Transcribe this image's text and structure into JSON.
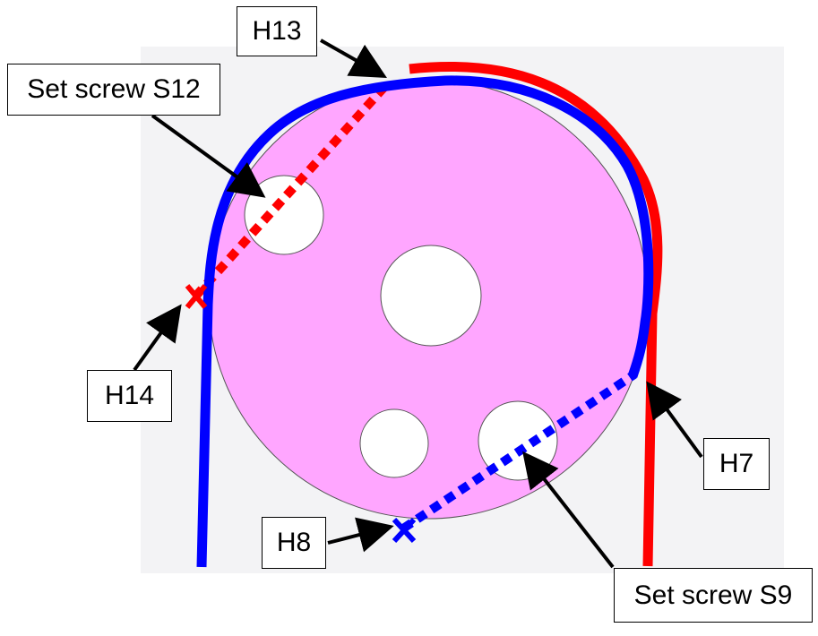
{
  "labels": {
    "h13": "H13",
    "set_screw_s12": "Set screw S12",
    "h14": "H14",
    "h7": "H7",
    "h8": "H8",
    "set_screw_s9": "Set screw S9"
  },
  "colors": {
    "background_panel": "#f3f3f5",
    "disc_fill": "#ffa6ff",
    "disc_outline": "#555555",
    "hole_fill": "#ffffff",
    "red_belt": "#ff0000",
    "blue_belt": "#0000ff",
    "arrow": "#000000"
  },
  "icons": {
    "h14_marker": "x-mark-icon",
    "h8_marker": "x-mark-icon"
  }
}
